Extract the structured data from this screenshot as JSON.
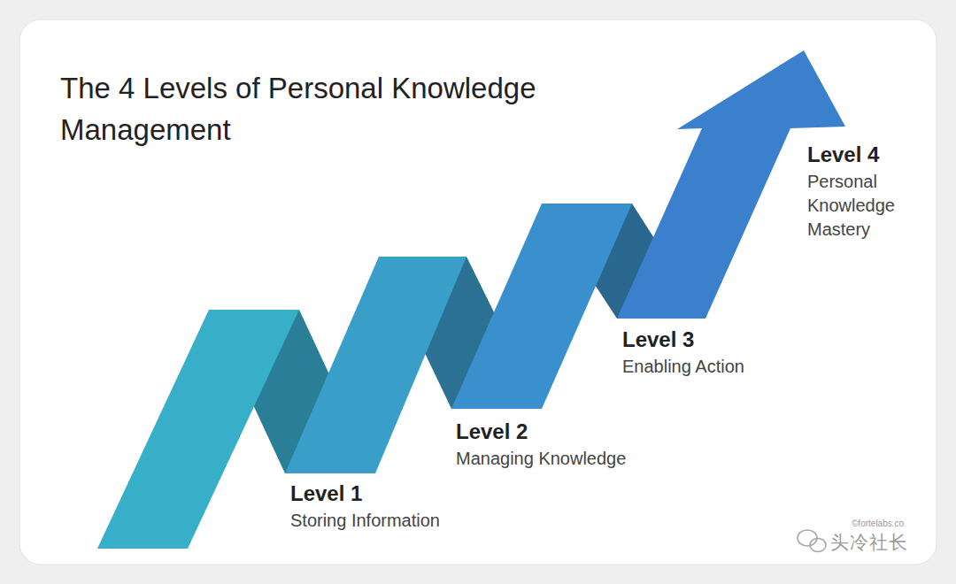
{
  "diagram": {
    "title": "The 4 Levels of Personal Knowledge Management",
    "nodes": [
      {
        "text": [
          "Level 1",
          "Storing Information"
        ]
      },
      {
        "text": [
          "Level 2",
          "Managing Knowledge"
        ]
      },
      {
        "text": [
          "Level 3",
          "Enabling Action"
        ]
      },
      {
        "text": [
          "Level 4",
          "Personal Knowledge Mastery"
        ]
      }
    ],
    "labels": [
      "©fortelabs.co",
      "头冷社长"
    ]
  }
}
